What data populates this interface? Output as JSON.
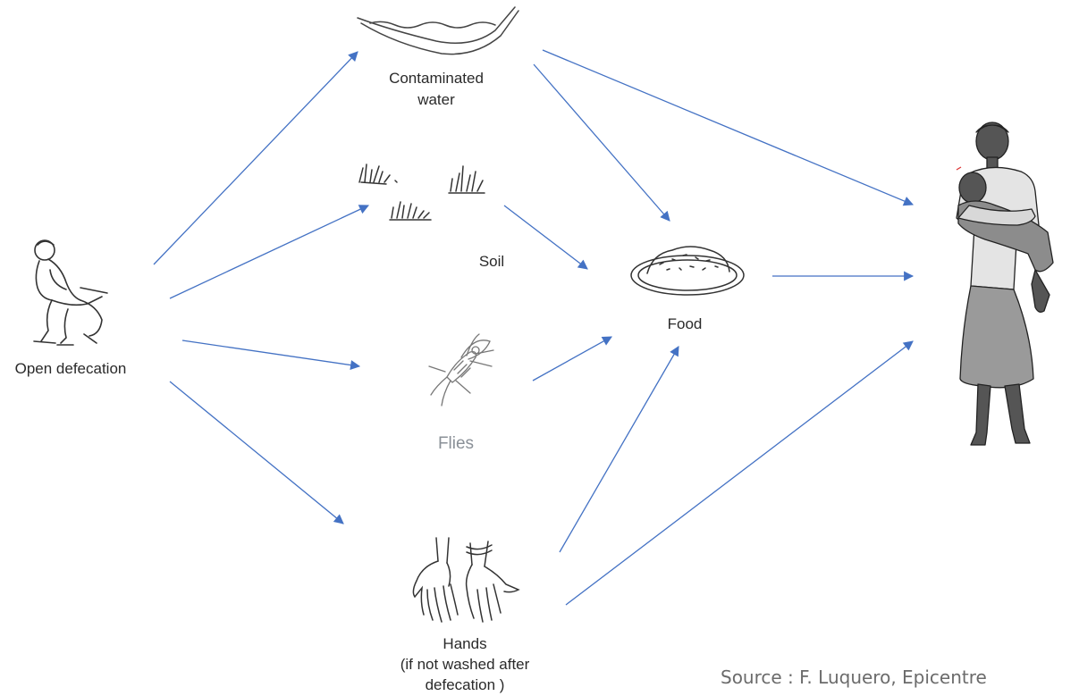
{
  "nodes": {
    "open_defecation": "Open defecation",
    "contaminated_water_line1": "Contaminated",
    "contaminated_water_line2": "water",
    "soil": "Soil",
    "flies": "Flies",
    "hands_line1": "Hands",
    "hands_line2": "(if not washed after",
    "hands_line3": "defecation )",
    "food": "Food"
  },
  "source": "Source : F. Luquero, Epicentre",
  "colors": {
    "arrow": "#4472C4",
    "flies_label": "#8a9097"
  },
  "icons": [
    "squatting-person-icon",
    "water-pool-icon",
    "grass-soil-icon",
    "fly-icon",
    "hands-icon",
    "food-plate-icon",
    "mother-child-icon"
  ]
}
